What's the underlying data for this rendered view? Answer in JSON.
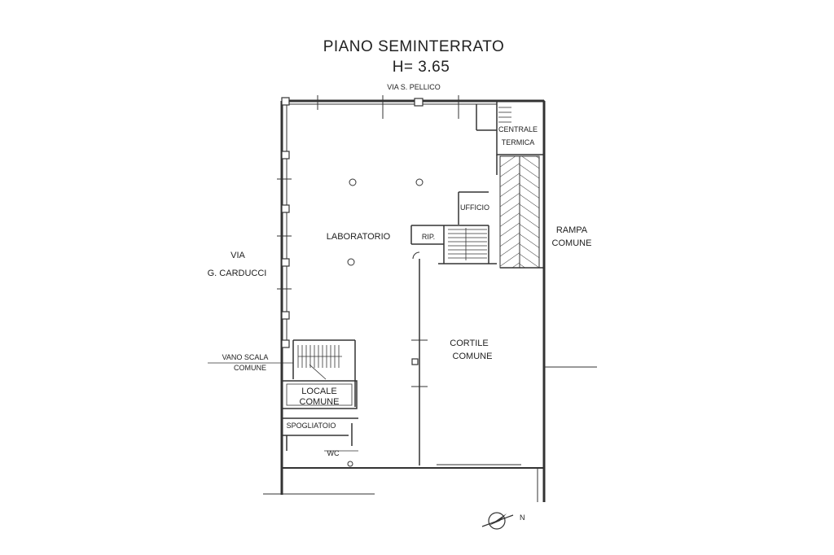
{
  "title": {
    "line1": "PIANO  SEMINTERRATO",
    "line2": "H= 3.65"
  },
  "streets": {
    "top": "VIA   S. PELLICO",
    "left_line1": "VIA",
    "left_line2": "G. CARDUCCI"
  },
  "rooms": {
    "centrale_line1": "CENTRALE",
    "centrale_line2": "TERMICA",
    "ufficio": "UFFICIO",
    "laboratorio": "LABORATORIO",
    "rip": "RIP.",
    "rampa_line1": "RAMPA",
    "rampa_line2": "COMUNE",
    "cortile_line1": "CORTILE",
    "cortile_line2": "COMUNE",
    "vano_line1": "VANO SCALA",
    "vano_line2": "COMUNE",
    "locale_line1": "LOCALE",
    "locale_line2": "COMUNE",
    "spogliatoio": "SPOGLIATOIO",
    "wc": "WC"
  },
  "compass": {
    "north": "N"
  },
  "colors": {
    "ink": "#333333",
    "paper": "#ffffff"
  }
}
